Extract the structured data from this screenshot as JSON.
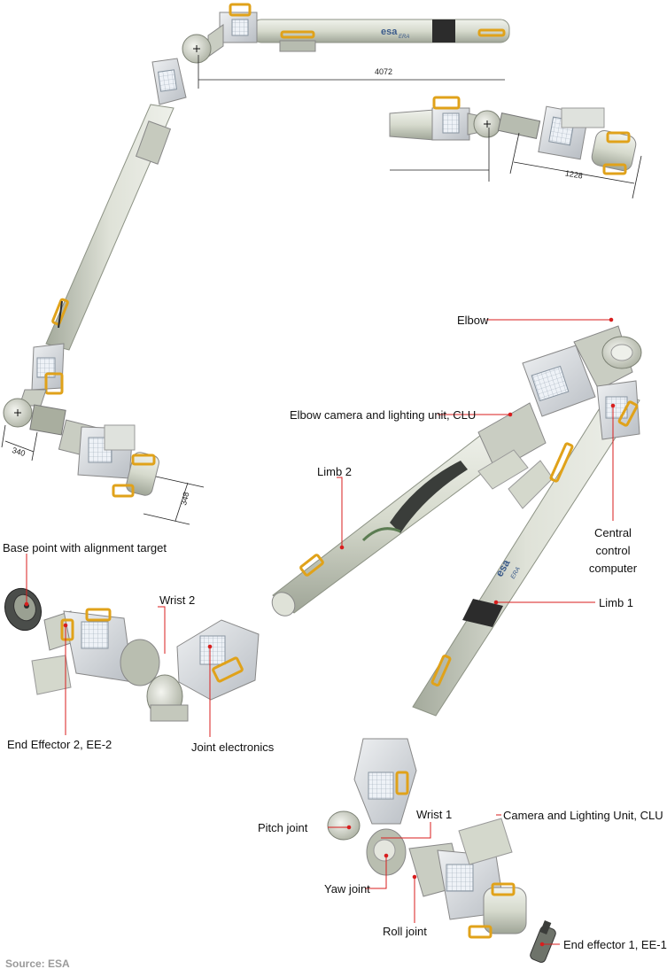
{
  "dimensions": {
    "arm_length": "4072",
    "wrist_length": "1228",
    "base_offset": "340",
    "end_diameter": "348"
  },
  "branding": {
    "logo_text": "esa",
    "logo_subtext": "ERA"
  },
  "labels": {
    "elbow": "Elbow",
    "elbow_camera": "Elbow camera and lighting unit, CLU",
    "limb_2": "Limb 2",
    "central_control_line1": "Central",
    "central_control_line2": "control",
    "central_control_line3": "computer",
    "limb_1": "Limb 1",
    "base_point": "Base point with alignment target",
    "wrist_2": "Wrist 2",
    "end_effector_2": "End Effector 2, EE-2",
    "joint_electronics": "Joint electronics",
    "wrist_1": "Wrist 1",
    "camera_lighting_unit": "Camera and Lighting Unit, CLU",
    "pitch_joint": "Pitch joint",
    "yaw_joint": "Yaw joint",
    "roll_joint": "Roll joint",
    "end_effector_1": "End effector 1, EE-1"
  },
  "source": "Source: ESA",
  "colors": {
    "arm_body": "#d9ddd2",
    "arm_shadow": "#9fa597",
    "handle": "#e0a21a",
    "leader_line": "#d81e1e",
    "dark_band": "#2c2c2c",
    "panel": "#e9edf2"
  }
}
